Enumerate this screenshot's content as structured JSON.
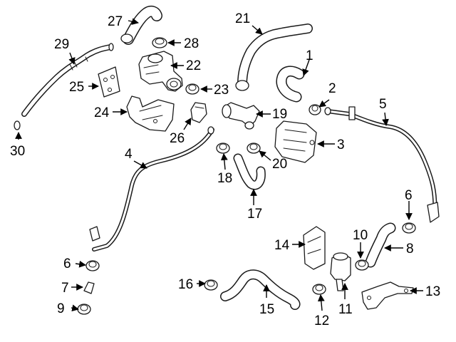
{
  "diagram": {
    "callouts": [
      "1",
      "2",
      "3",
      "4",
      "5",
      "6",
      "7",
      "8",
      "9",
      "10",
      "11",
      "12",
      "13",
      "14",
      "15",
      "16",
      "17",
      "18",
      "19",
      "20",
      "21",
      "22",
      "23",
      "24",
      "25",
      "26",
      "27",
      "28",
      "29",
      "30"
    ],
    "duplicate_callout_6": "6"
  }
}
